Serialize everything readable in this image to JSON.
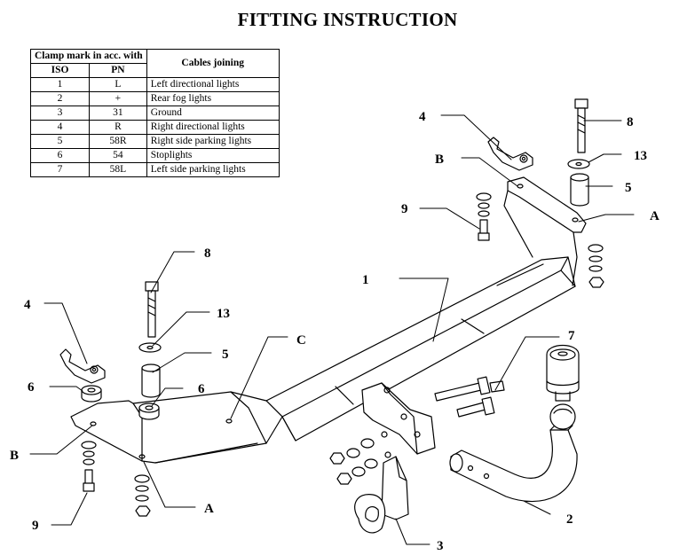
{
  "title": "FITTING INSTRUCTION",
  "table": {
    "header_clamp": "Clamp mark in acc. with",
    "header_iso": "ISO",
    "header_pn": "PN",
    "header_cables": "Cables joining",
    "rows": [
      {
        "iso": "1",
        "pn": "L",
        "cable": "Left directional lights"
      },
      {
        "iso": "2",
        "pn": "+",
        "cable": "Rear fog lights"
      },
      {
        "iso": "3",
        "pn": "31",
        "cable": "Ground"
      },
      {
        "iso": "4",
        "pn": "R",
        "cable": "Right directional lights"
      },
      {
        "iso": "5",
        "pn": "58R",
        "cable": "Right side parking lights"
      },
      {
        "iso": "6",
        "pn": "54",
        "cable": "Stoplights"
      },
      {
        "iso": "7",
        "pn": "58L",
        "cable": "Left side parking lights"
      }
    ]
  },
  "callouts": {
    "c1": "1",
    "c2": "2",
    "c3": "3",
    "c4_right": "4",
    "c4_left": "4",
    "c5_right": "5",
    "c5_left": "5",
    "c6_top": "6",
    "c6_side": "6",
    "c7": "7",
    "c8_right": "8",
    "c8_left": "8",
    "c9_right": "9",
    "c9_left": "9",
    "c13_right": "13",
    "c13_left": "13",
    "cA_right": "A",
    "cA_left": "A",
    "cB_right": "B",
    "cB_left": "B",
    "cC": "C"
  }
}
